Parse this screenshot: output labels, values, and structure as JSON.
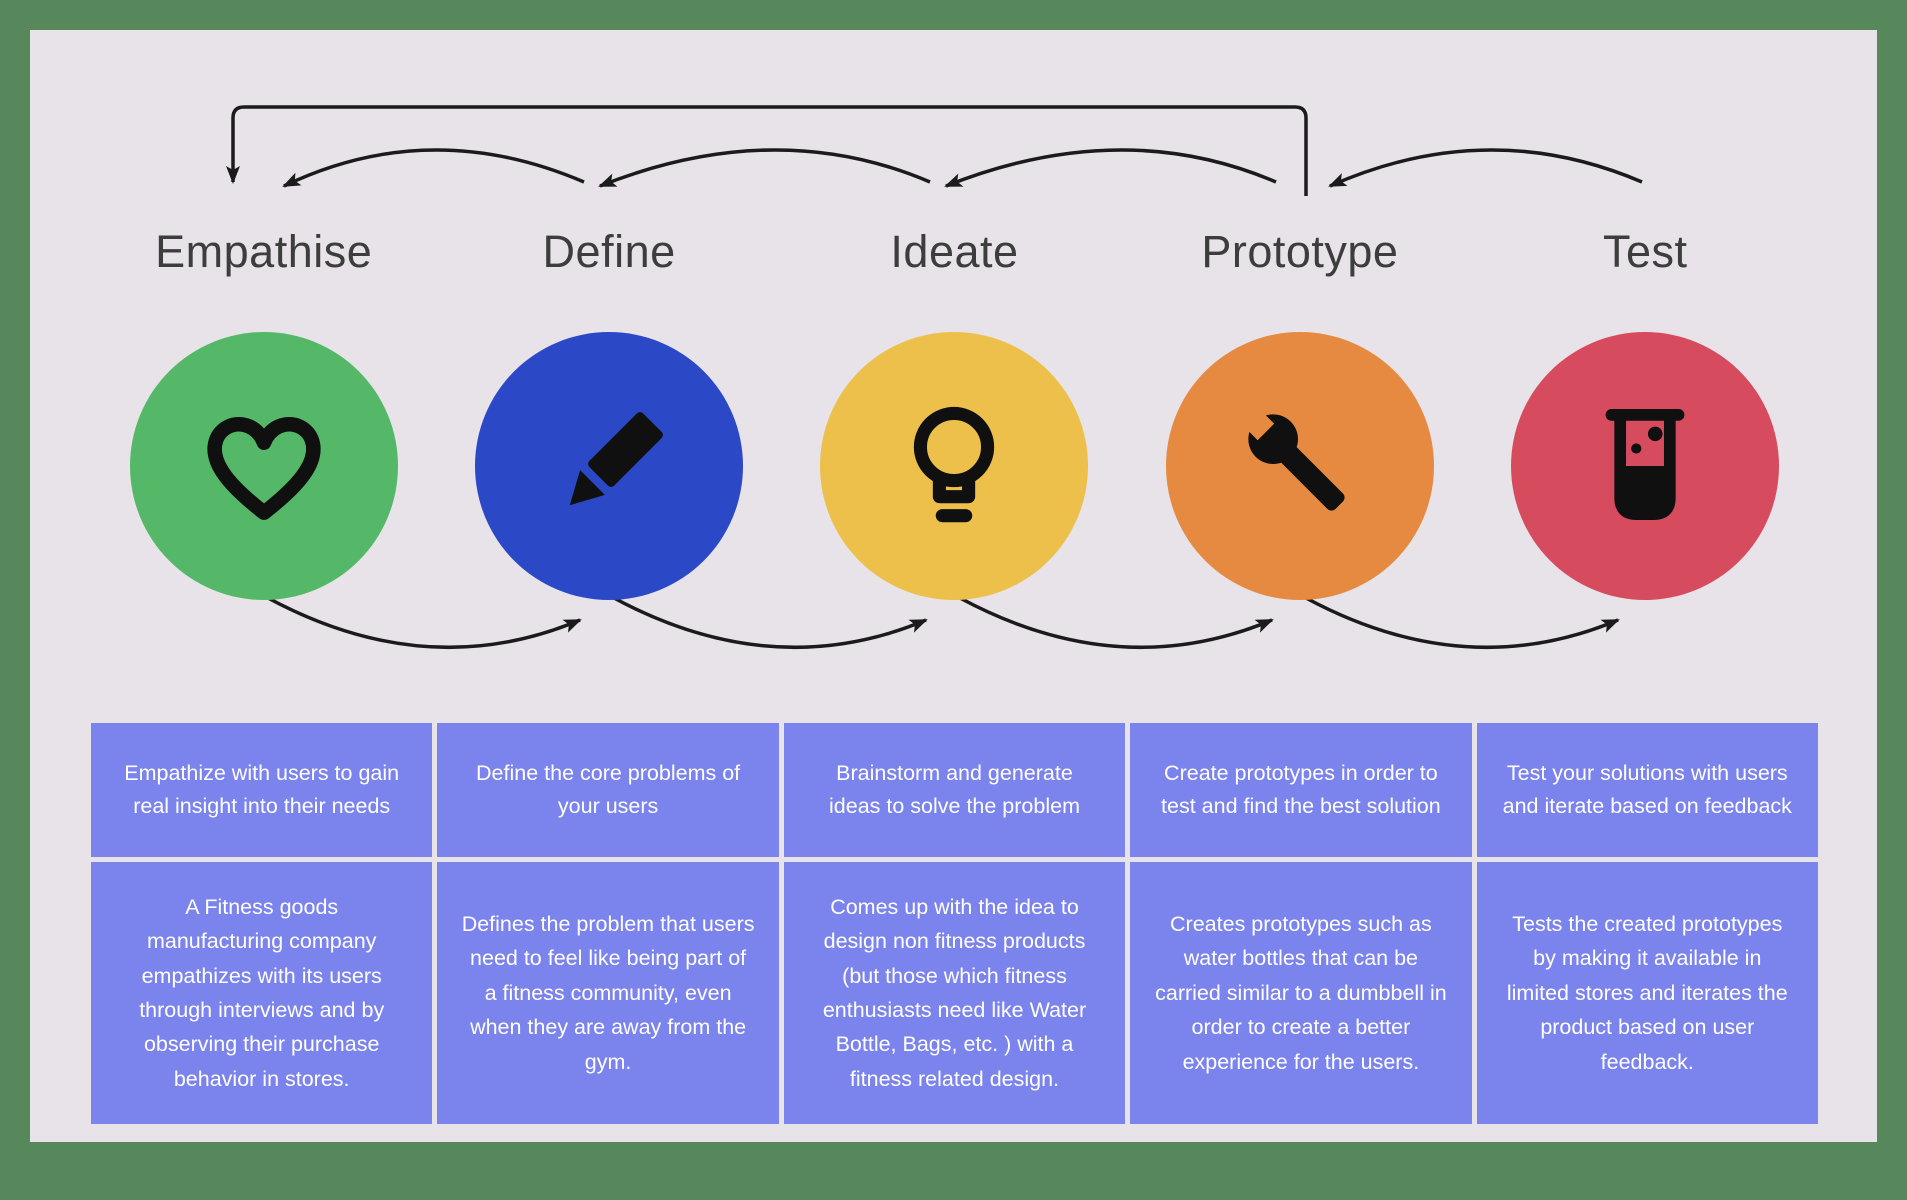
{
  "colors": {
    "frame_border": "#56885c",
    "panel": "#e7e3e8",
    "box": "#7b83ec",
    "arrow": "#1b1b1b",
    "icon": "#101010",
    "title_text": "#3d3d3d",
    "box_text": "#ffffff"
  },
  "stages": [
    {
      "title": "Empathise",
      "icon": "heart-icon",
      "circle_color": "#54b868",
      "summary": "Empathize with users to gain real insight into their needs",
      "example": "A Fitness goods manufacturing  company empathizes with its users through interviews and by observing their purchase behavior in stores."
    },
    {
      "title": "Define",
      "icon": "pencil-icon",
      "circle_color": "#2b49c6",
      "summary": "Define the core problems of your users",
      "example": "Defines the problem that users need to feel like being part of a fitness community, even when they are away from the gym."
    },
    {
      "title": "Ideate",
      "icon": "lightbulb-icon",
      "circle_color": "#edc04b",
      "summary": "Brainstorm and generate ideas to solve the problem",
      "example": "Comes up with the idea to design non fitness products (but those which fitness enthusiasts need like Water Bottle, Bags, etc. )  with a fitness related design."
    },
    {
      "title": "Prototype",
      "icon": "wrench-icon",
      "circle_color": "#e78a41",
      "summary": "Create prototypes in order to test and find the best solution",
      "example": "Creates prototypes such as water bottles that can be carried similar to a dumbbell in order to create a better experience for the users."
    },
    {
      "title": "Test",
      "icon": "beaker-icon",
      "circle_color": "#d74b5f",
      "summary": "Test your solutions with users and iterate based on feedback",
      "example": "Tests the created prototypes by making it available in limited stores and iterates the product based on user feedback."
    }
  ]
}
